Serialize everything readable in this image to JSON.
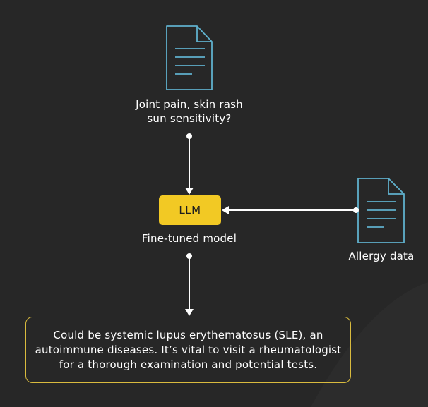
{
  "theme": {
    "background": "#272727",
    "accent": "#f2c924",
    "icon_stroke": "#5fb0cc",
    "text": "#ffffff"
  },
  "input_document": {
    "icon": "document-icon",
    "text_lines": [
      "Joint pain, skin rash",
      "sun sensitivity?"
    ]
  },
  "model": {
    "label": "LLM",
    "caption": "Fine-tuned model"
  },
  "context_document": {
    "icon": "document-icon",
    "caption": "Allergy data"
  },
  "output": {
    "text_lines": [
      "Could be systemic lupus erythematosus (SLE), an",
      "autoimmune diseases. It’s vital to visit a rheumatologist",
      "for a thorough examination and potential tests."
    ]
  }
}
